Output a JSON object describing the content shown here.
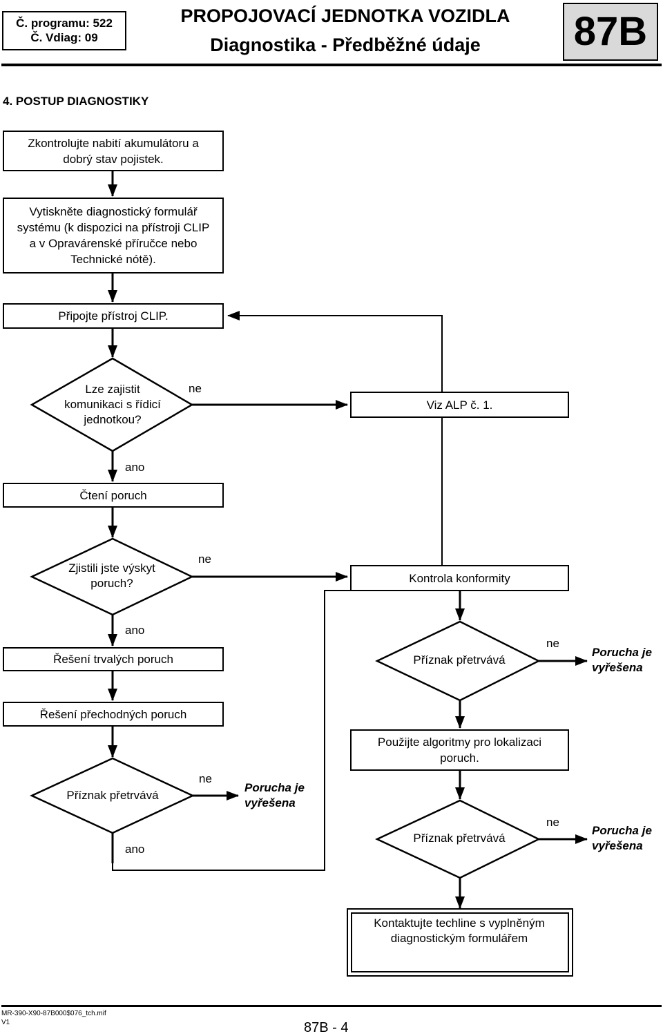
{
  "header": {
    "program_label": "Č. programu: 522",
    "vdiag_label": "Č. Vdiag: 09",
    "title": "PROPOJOVACÍ JEDNOTKA VOZIDLA",
    "subtitle": "Diagnostika - Předběžné údaje",
    "section_code": "87B"
  },
  "section_title": "4. POSTUP DIAGNOSTIKY",
  "steps": {
    "check_battery": "Zkontrolujte nabití akumulátoru a dobrý stav pojistek.",
    "print_form": "Vytiskněte diagnostický formulář systému (k dispozici na přístroji CLIP a v Opravárenské příručce nebo Technické nótě).",
    "connect_clip": "Připojte přístroj CLIP.",
    "communication_question": "Lze zajistit komunikaci s řídicí jednotkou?",
    "see_alp": "Viz ALP č. 1.",
    "read_faults": "Čtení poruch",
    "faults_question": "Zjistili jste výskyt poruch?",
    "conformity_check": "Kontrola konformity",
    "permanent_faults": "Řešení trvalých poruch",
    "transient_faults": "Řešení přechodných poruch",
    "symptom_persists_1": "Příznak přetrvává",
    "symptom_persists_2": "Příznak přetrvává",
    "symptom_persists_3": "Příznak přetrvává",
    "use_algorithms": "Použijte algoritmy pro lokalizaci poruch.",
    "contact_techline": "Kontaktujte techline s vyplněným diagnostickým formulářem"
  },
  "labels": {
    "no": "ne",
    "yes": "ano",
    "fault_solved": "Porucha je vyřešena"
  },
  "footer": {
    "doc_id": "MR-390-X90-87B000$076_tch.mif",
    "version": "V1",
    "page": "87B - 4"
  }
}
